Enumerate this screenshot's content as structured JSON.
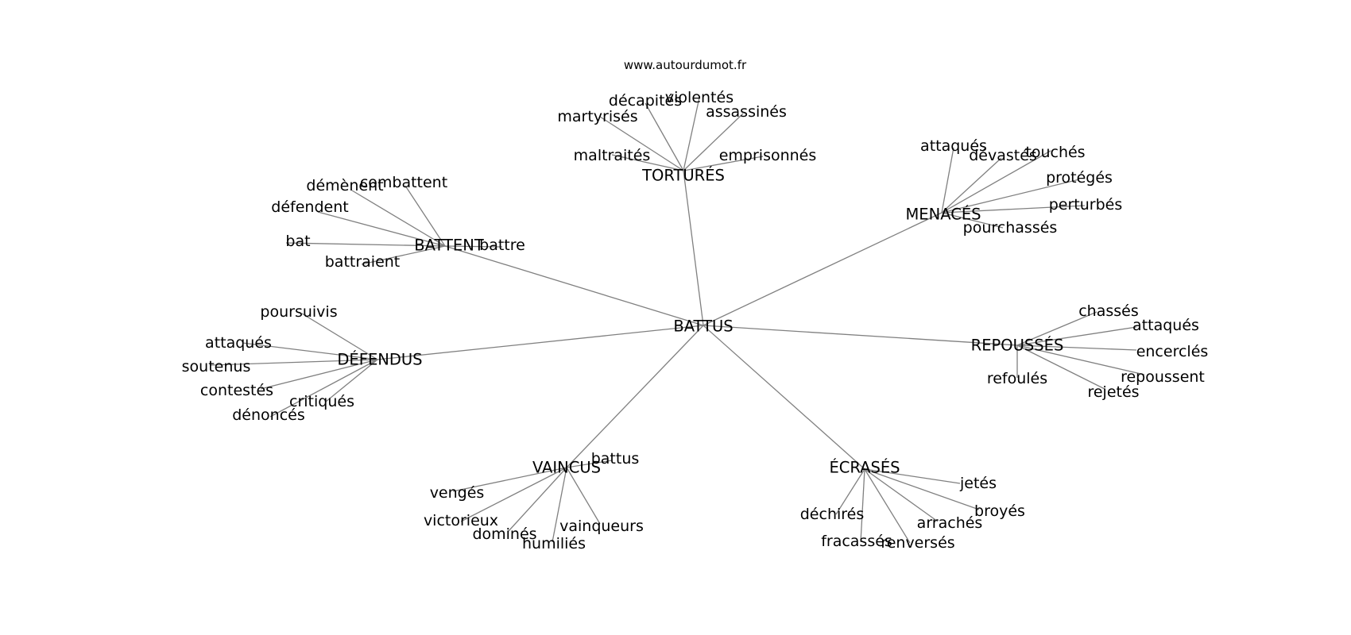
{
  "site": "www.autourdumot.fr",
  "center": "BATTUS",
  "clusters": [
    {
      "hub": "TORTURÉS",
      "words": [
        "martyrisés",
        "décapités",
        "violentés",
        "assassinés",
        "maltraités",
        "emprisonnés"
      ]
    },
    {
      "hub": "MENACÉS",
      "words": [
        "attaqués",
        "dévastés",
        "touchés",
        "protégés",
        "perturbés",
        "pourchassés"
      ]
    },
    {
      "hub": "BATTENT",
      "words": [
        "démènent",
        "combattent",
        "défendent",
        "bat",
        "battraient",
        "battre"
      ]
    },
    {
      "hub": "DÉFENDUS",
      "words": [
        "poursuivis",
        "attaqués",
        "soutenus",
        "contestés",
        "critiqués",
        "dénoncés"
      ]
    },
    {
      "hub": "REPOUSSÉS",
      "words": [
        "chassés",
        "attaqués",
        "encerclés",
        "repoussent",
        "refoulés",
        "rejetés"
      ]
    },
    {
      "hub": "VAINCUS",
      "words": [
        "battus",
        "vengés",
        "victorieux",
        "dominés",
        "humiliés",
        "vainqueurs"
      ]
    },
    {
      "hub": "ÉCRASÉS",
      "words": [
        "jetés",
        "broyés",
        "déchirés",
        "arrachés",
        "fracassés",
        "renversés"
      ]
    }
  ]
}
